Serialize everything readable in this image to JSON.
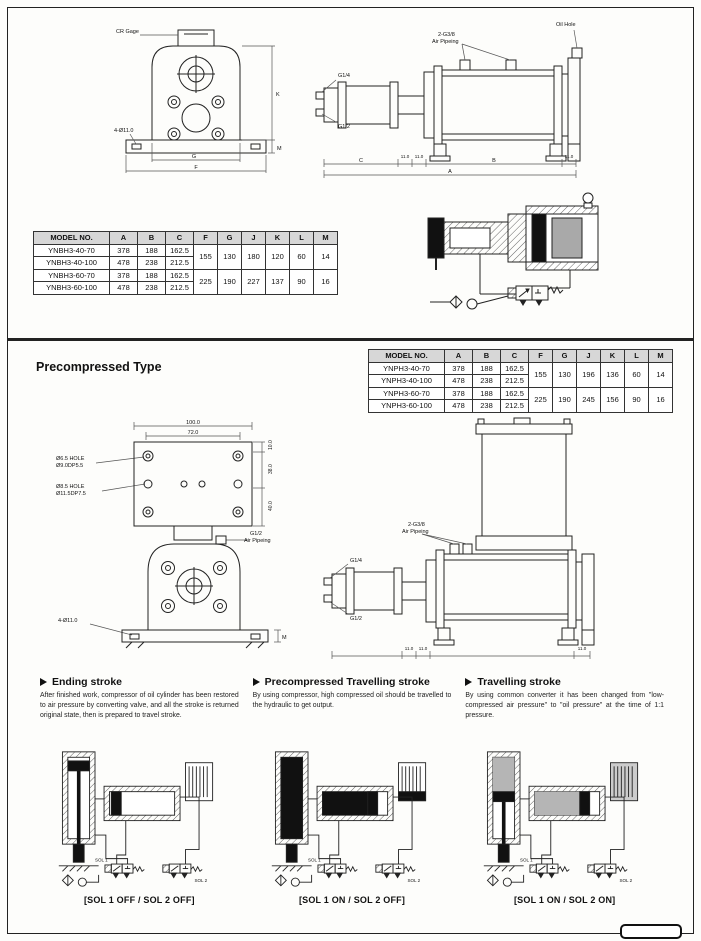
{
  "section2_title": "Precompressed Type",
  "tables": {
    "t1": {
      "headers": [
        "MODEL NO.",
        "A",
        "B",
        "C",
        "F",
        "G",
        "J",
        "K",
        "L",
        "M"
      ],
      "rows": [
        {
          "model": "YNBH3-40-70",
          "a": "378",
          "b": "188",
          "c": "162.5"
        },
        {
          "model": "YNBH3-40-100",
          "a": "478",
          "b": "238",
          "c": "212.5"
        },
        {
          "model": "YNBH3-60-70",
          "a": "378",
          "b": "188",
          "c": "162.5"
        },
        {
          "model": "YNBH3-60-100",
          "a": "478",
          "b": "238",
          "c": "212.5"
        }
      ],
      "merge1": {
        "f": "155",
        "g": "130",
        "j": "180",
        "k": "120",
        "l": "60",
        "m": "14"
      },
      "merge2": {
        "f": "225",
        "g": "190",
        "j": "227",
        "k": "137",
        "l": "90",
        "m": "16"
      }
    },
    "t2": {
      "headers": [
        "MODEL NO.",
        "A",
        "B",
        "C",
        "F",
        "G",
        "J",
        "K",
        "L",
        "M"
      ],
      "rows": [
        {
          "model": "YNPH3-40-70",
          "a": "378",
          "b": "188",
          "c": "162.5"
        },
        {
          "model": "YNPH3-40-100",
          "a": "478",
          "b": "238",
          "c": "212.5"
        },
        {
          "model": "YNPH3-60-70",
          "a": "378",
          "b": "188",
          "c": "162.5"
        },
        {
          "model": "YNPH3-60-100",
          "a": "478",
          "b": "238",
          "c": "212.5"
        }
      ],
      "merge1": {
        "f": "155",
        "g": "130",
        "j": "196",
        "k": "136",
        "l": "60",
        "m": "14"
      },
      "merge2": {
        "f": "225",
        "g": "190",
        "j": "245",
        "k": "156",
        "l": "90",
        "m": "16"
      }
    }
  },
  "drawings": {
    "front": {
      "cr_gage": "CR Gage",
      "holes": "4-Ø11.0",
      "f": "F",
      "g": "G",
      "k": "K",
      "m": "M"
    },
    "side": {
      "oil_hole": "Oil Hole",
      "pipe1": "2-G3/8",
      "pipe2": "Air Pipeing",
      "g14": "G1/4",
      "g12": "G1/2",
      "d11": "11.0",
      "a": "A",
      "b": "B",
      "c": "C"
    },
    "pre_front": {
      "hole_small_1": "Ø6.5 HOLE",
      "hole_small_2": "Ø9.0DP5.5",
      "hole_big_1": "Ø8.5 HOLE",
      "hole_big_2": "Ø11.5DP7.5",
      "d100": "100.0",
      "d72": "72.0",
      "d10": "10.0",
      "d38": "38.0",
      "d40": "40.0",
      "g12_1": "G1/2",
      "g12_2": "Air Pipeing",
      "holes": "4-Ø11.0",
      "m": "M"
    },
    "pre_side": {
      "pipe1": "2-G3/8",
      "pipe2": "Air Pipeing",
      "g14": "G1/4",
      "g12": "G1/2",
      "d11": "11.0"
    }
  },
  "strokes": [
    {
      "title": "Ending stroke",
      "body": "After finished work, compressor of oil cylinder has been restored to air pressure by converting valve, and all the stroke is returned original state, then is prepared to travel stroke.",
      "sol1": "SOL 1",
      "sol2": "SOL 2",
      "caption": "[SOL 1 OFF / SOL 2 OFF]"
    },
    {
      "title": "Precompressed Travelling stroke",
      "body": "By using compressor, high compressed oil should be travelled to the hydraulic to get output.",
      "sol1": "SOL 1",
      "sol2": "SOL 2",
      "caption": "[SOL 1 ON / SOL 2 OFF]"
    },
    {
      "title": "Travelling stroke",
      "body": "By using common converter it has been changed from \"low-compressed air pressure\" to \"oil pressure\" at the time of 1:1 pressure.",
      "sol1": "SOL 1",
      "sol2": "SOL 2",
      "caption": "[SOL 1 ON / SOL 2 ON]"
    }
  ]
}
